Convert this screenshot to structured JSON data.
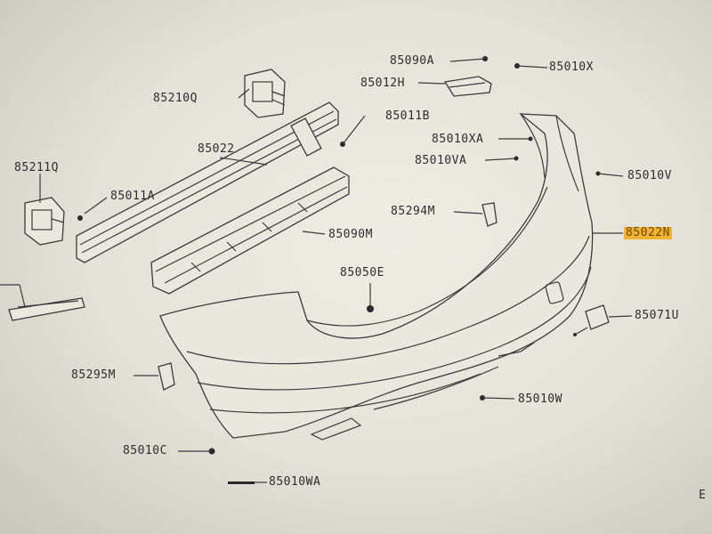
{
  "diagram": {
    "highlight_color": "#f2b233",
    "labels": [
      {
        "id": "85090A",
        "text": "85090A"
      },
      {
        "id": "85010X",
        "text": "85010X"
      },
      {
        "id": "85012H",
        "text": "85012H"
      },
      {
        "id": "85210Q",
        "text": "85210Q"
      },
      {
        "id": "85011B",
        "text": "85011B"
      },
      {
        "id": "85010XA",
        "text": "85010XA"
      },
      {
        "id": "85022",
        "text": "85022"
      },
      {
        "id": "85010VA",
        "text": "85010VA"
      },
      {
        "id": "85211Q",
        "text": "85211Q"
      },
      {
        "id": "85010V",
        "text": "85010V"
      },
      {
        "id": "85011A",
        "text": "85011A"
      },
      {
        "id": "85294M",
        "text": "85294M"
      },
      {
        "id": "85022N",
        "text": "85022N",
        "highlighted": true
      },
      {
        "id": "85090M",
        "text": "85090M"
      },
      {
        "id": "85050E",
        "text": "85050E"
      },
      {
        "id": "85071U",
        "text": "85071U"
      },
      {
        "id": "85295M",
        "text": "85295M"
      },
      {
        "id": "85010W",
        "text": "85010W"
      },
      {
        "id": "85010C",
        "text": "85010C"
      },
      {
        "id": "85010WA",
        "text": "85010WA"
      },
      {
        "id": "corner",
        "text": "E"
      }
    ]
  }
}
